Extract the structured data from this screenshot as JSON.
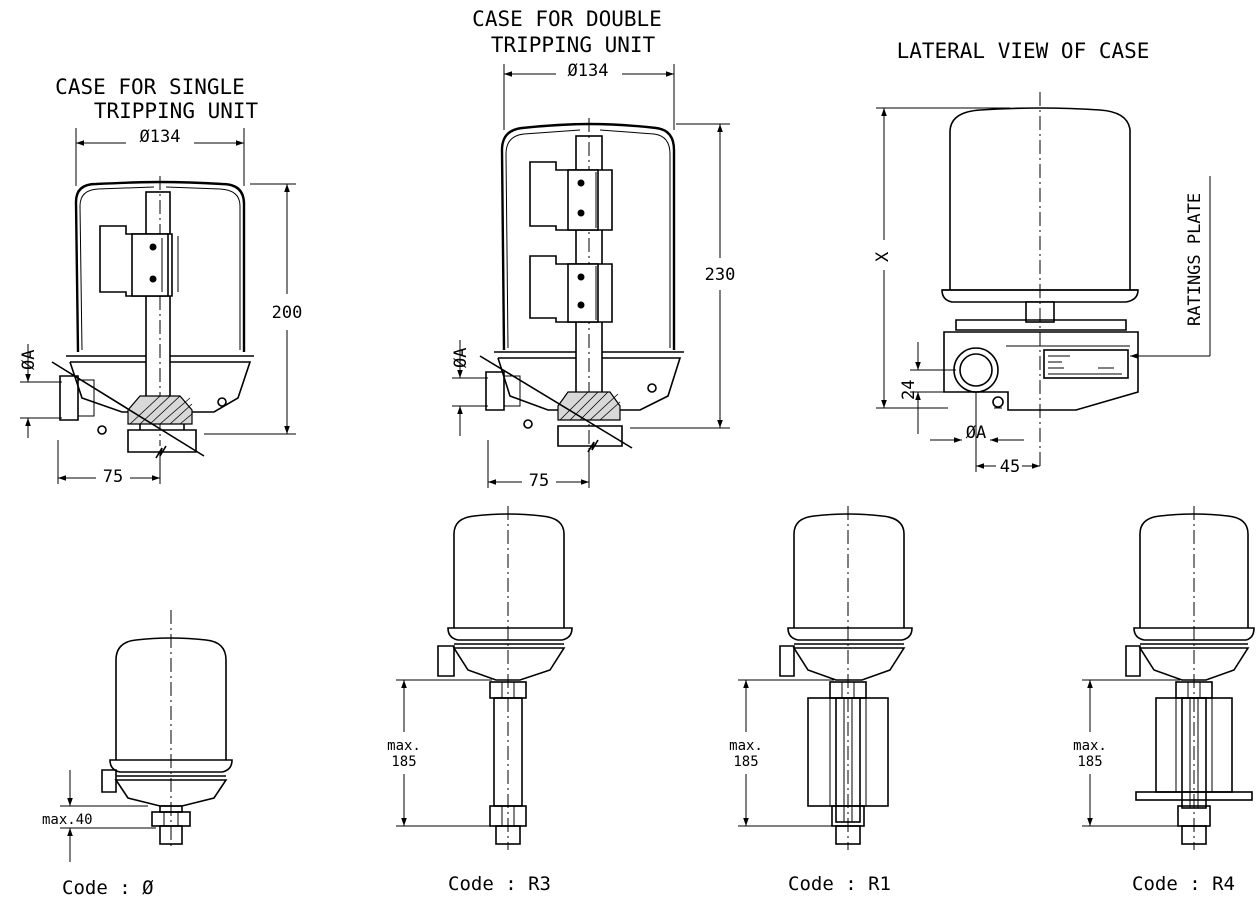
{
  "titles": {
    "single": [
      "CASE FOR SINGLE",
      "TRIPPING UNIT"
    ],
    "double": [
      "CASE FOR DOUBLE",
      "TRIPPING UNIT"
    ],
    "lateral": "LATERAL VIEW OF CASE"
  },
  "dimensions": {
    "diameter": "Ø134",
    "height_single": "200",
    "height_double": "230",
    "offset": "75",
    "phi_a": "ØA",
    "x": "X",
    "d24": "24",
    "d45": "45",
    "max40": "max.40",
    "max185": [
      "max.",
      "185"
    ]
  },
  "ratings_plate": "RATINGS PLATE",
  "codes": {
    "c0": "Code  :  Ø",
    "r3": "Code  :  R3",
    "r1": "Code  :  R1",
    "r4": "Code  :  R4"
  },
  "colors": {
    "line": "#000000",
    "background": "#ffffff"
  }
}
